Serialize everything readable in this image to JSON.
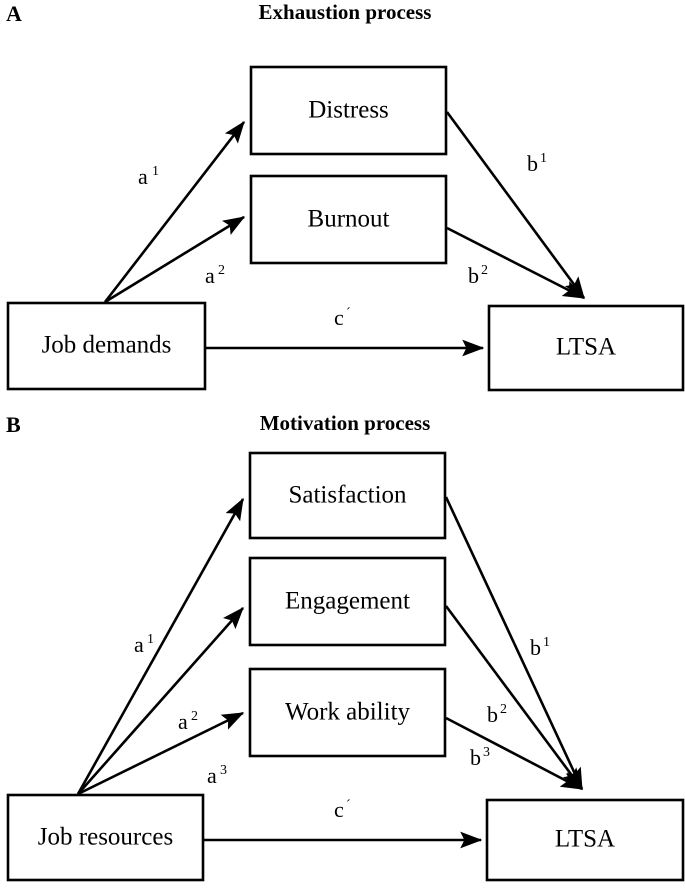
{
  "figure": {
    "panels": [
      {
        "letter": "A",
        "title": "Exhaustion process",
        "nodes": {
          "predictor": "Job demands",
          "mediators": [
            "Distress",
            "Burnout"
          ],
          "outcome": "LTSA"
        },
        "paths": {
          "a": [
            {
              "base": "a",
              "sup": "1"
            },
            {
              "base": "a",
              "sup": "2"
            }
          ],
          "b": [
            {
              "base": "b",
              "sup": "1"
            },
            {
              "base": "b",
              "sup": "2"
            }
          ],
          "direct": {
            "base": "c",
            "sup": "´"
          }
        }
      },
      {
        "letter": "B",
        "title": "Motivation process",
        "nodes": {
          "predictor": "Job resources",
          "mediators": [
            "Satisfaction",
            "Engagement",
            "Work ability"
          ],
          "outcome": "LTSA"
        },
        "paths": {
          "a": [
            {
              "base": "a",
              "sup": "1"
            },
            {
              "base": "a",
              "sup": "2"
            },
            {
              "base": "a",
              "sup": "3"
            }
          ],
          "b": [
            {
              "base": "b",
              "sup": "1"
            },
            {
              "base": "b",
              "sup": "2"
            },
            {
              "base": "b",
              "sup": "3"
            }
          ],
          "direct": {
            "base": "c",
            "sup": "´"
          }
        }
      }
    ],
    "colors": {
      "stroke": "#000000",
      "fill": "#ffffff",
      "background": "#ffffff"
    }
  }
}
